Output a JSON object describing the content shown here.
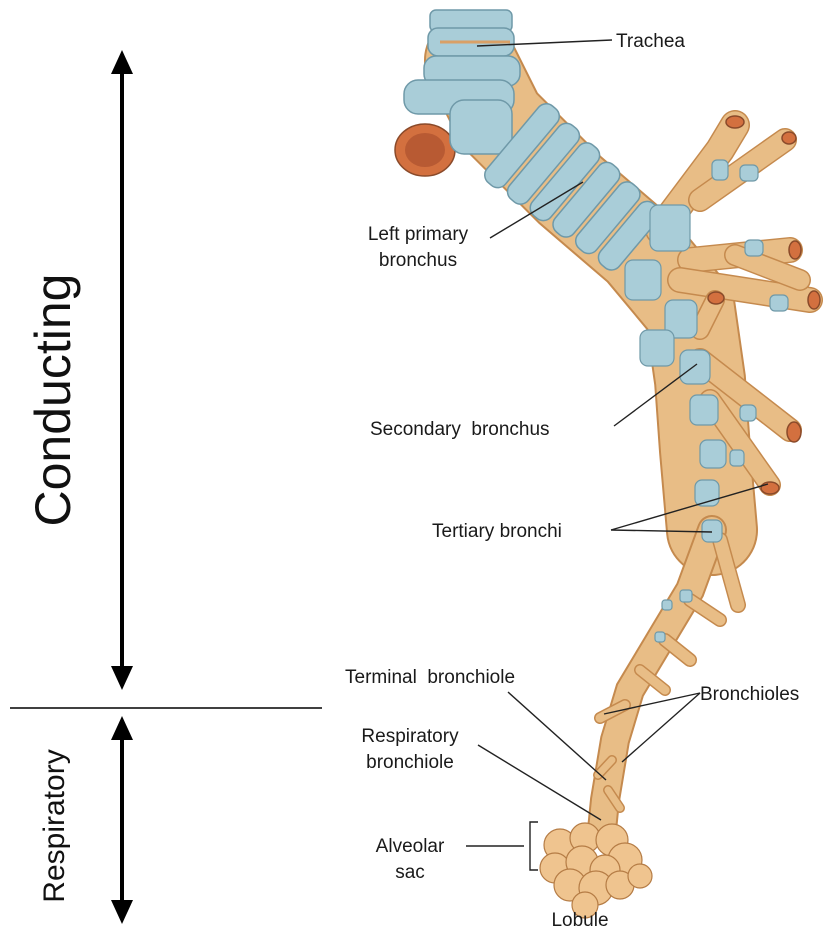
{
  "zones": {
    "conducting": "Conducting",
    "respiratory": "Respiratory"
  },
  "labels": {
    "trachea": "Trachea",
    "left_primary_line1": "Left primary",
    "left_primary_line2": "bronchus",
    "secondary": "Secondary  bronchus",
    "tertiary": "Tertiary bronchi",
    "terminal": "Terminal  bronchiole",
    "bronchioles": "Bronchioles",
    "respiratory_line1": "Respiratory",
    "respiratory_line2": "bronchiole",
    "alveolar_line1": "Alveolar",
    "alveolar_line2": "sac",
    "lobule": "Lobule"
  },
  "colors": {
    "cartilage": "#a9cdd8",
    "tissue": "#e8bd86",
    "opening": "#d3703f"
  }
}
